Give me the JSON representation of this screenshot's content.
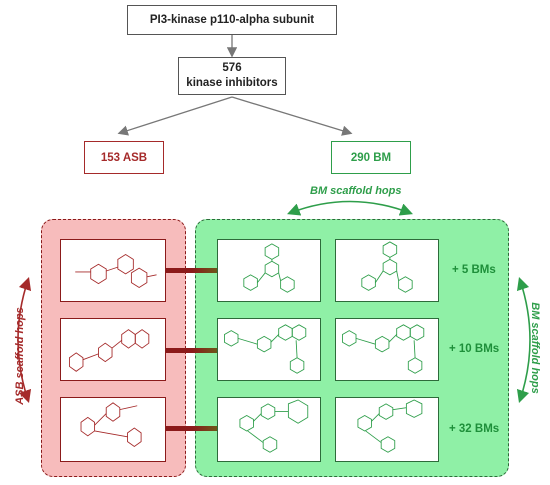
{
  "top_node": {
    "label": "PI3-kinase p110-alpha subunit"
  },
  "count_node": {
    "count": "576",
    "label": "kinase inhibitors"
  },
  "asb_node": {
    "label": "153 ASB"
  },
  "bm_node": {
    "label": "290 BM"
  },
  "hops": {
    "bm_top": "BM scaffold hops",
    "asb_side": "ASB scaffold hops",
    "bm_side": "BM scaffold hops"
  },
  "rows": [
    {
      "increment": "+ 5 BMs"
    },
    {
      "increment": "+ 10 BMs"
    },
    {
      "increment": "+ 32 BMs"
    }
  ],
  "colors": {
    "asb": "#a52a2a",
    "bm": "#2e9e4a",
    "asb_panel": "#f7bcbc",
    "bm_panel": "#8ff0a6"
  }
}
